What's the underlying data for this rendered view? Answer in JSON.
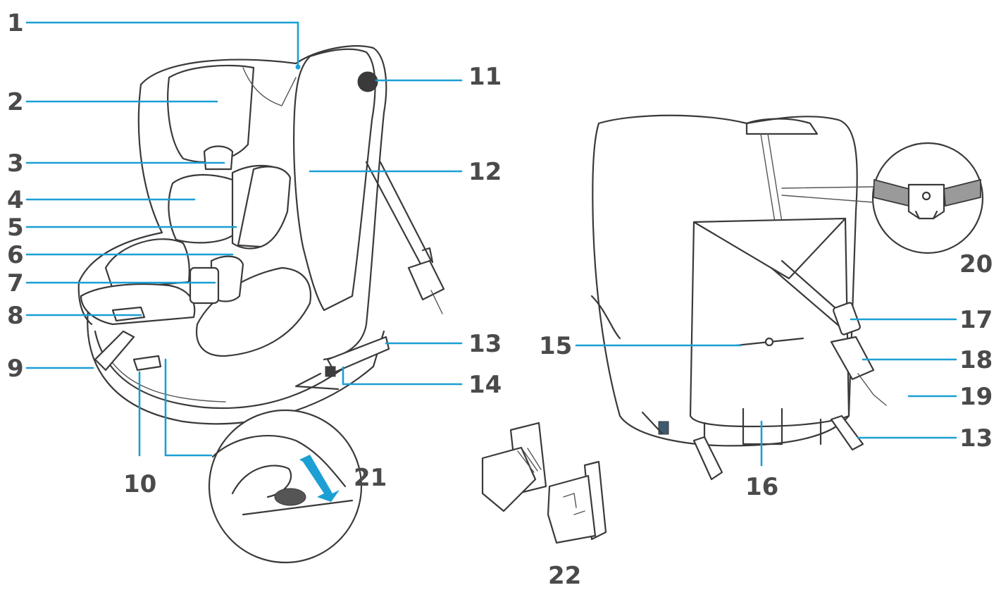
{
  "accent_color": "#1b9fd4",
  "callouts": [
    "1",
    "2",
    "3",
    "4",
    "5",
    "6",
    "7",
    "8",
    "9",
    "10",
    "11",
    "12",
    "13",
    "14",
    "15",
    "16",
    "17",
    "18",
    "19",
    "20",
    "21",
    "22",
    "13"
  ]
}
